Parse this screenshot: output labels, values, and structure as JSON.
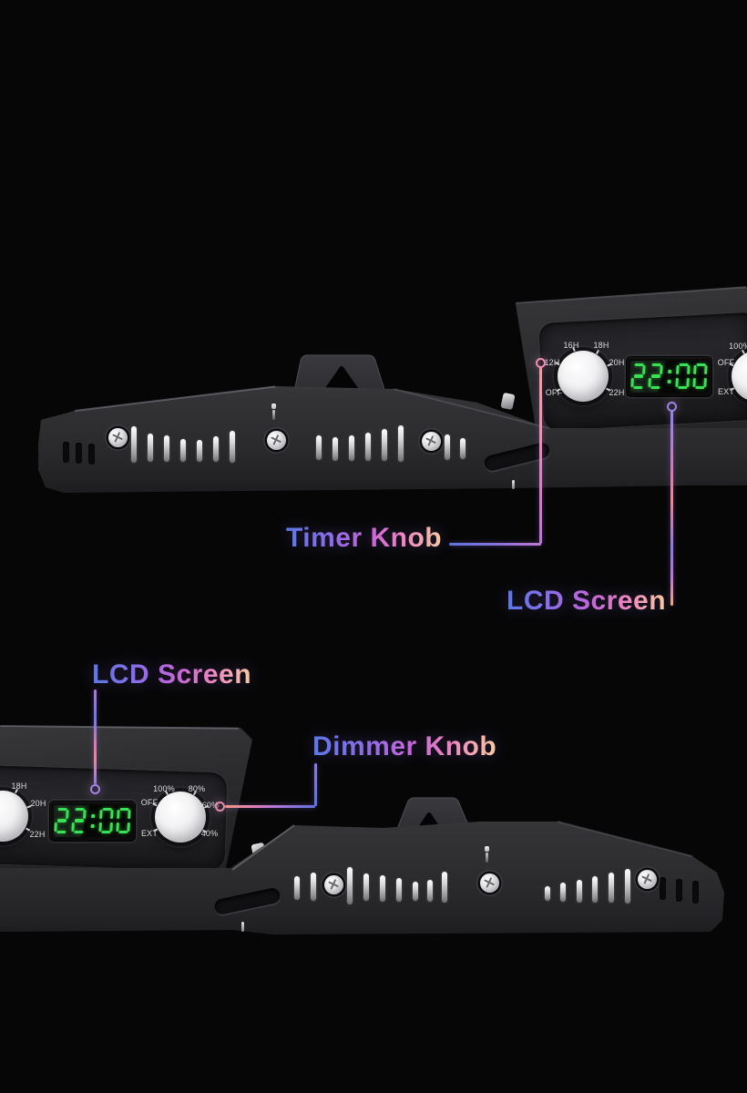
{
  "annotations": {
    "timer_knob": "Timer Knob",
    "lcd_screen_top": "LCD Screen",
    "lcd_screen_bottom": "LCD Screen",
    "dimmer_knob": "Dimmer Knob"
  },
  "lcd": {
    "value": "22:00"
  },
  "top_panel": {
    "timer_labels": [
      "16H",
      "18H",
      "12H",
      "20H",
      "OFF",
      "22H"
    ],
    "dimmer_labels": [
      "100%",
      "OFF",
      "EXT"
    ]
  },
  "bottom_panel": {
    "timer_labels": [
      "18H",
      "20H",
      "22H"
    ],
    "dimmer_labels": [
      "100%",
      "80%",
      "OFF",
      "60%",
      "EXT",
      "40%"
    ]
  },
  "colors": {
    "lcd_green": "#38e255",
    "accent_blue": "#5f74e0",
    "accent_purple": "#8f6ce8",
    "accent_pink": "#ef86c0",
    "accent_peach": "#f8c9a0"
  }
}
